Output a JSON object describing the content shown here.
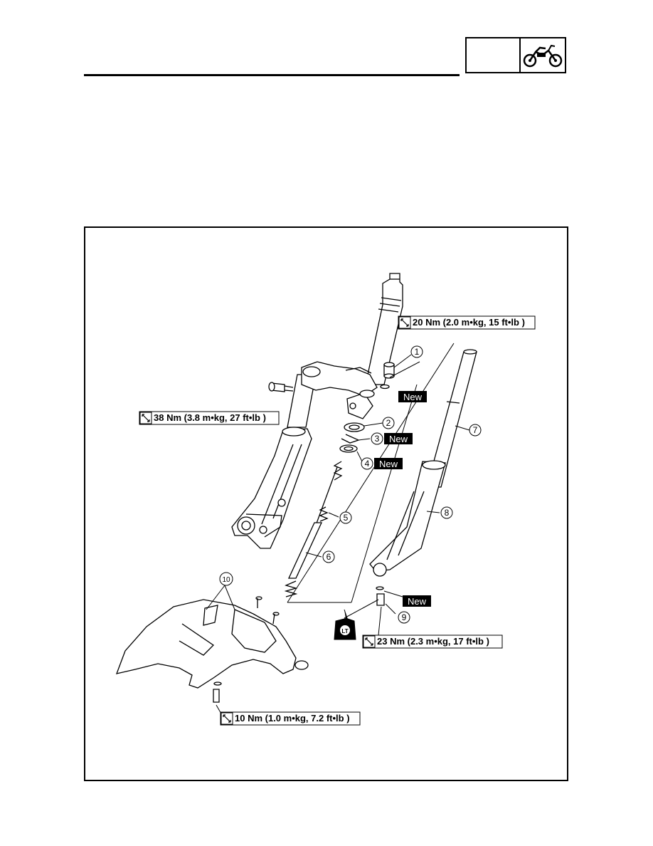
{
  "header": {
    "icon": "motorcycle-icon"
  },
  "diagram": {
    "torque_specs": [
      "20 Nm (2.0 m•kg, 15 ft•lb )",
      "38 Nm (3.8 m•kg, 27 ft•lb )",
      "23 Nm (2.3 m•kg, 17 ft•lb )",
      "10 Nm (1.0 m•kg, 7.2 ft•lb )"
    ],
    "callouts": [
      "1",
      "2",
      "3",
      "4",
      "5",
      "6",
      "7",
      "8",
      "9",
      "10"
    ],
    "new_label": "New",
    "lt_label": "LT"
  }
}
